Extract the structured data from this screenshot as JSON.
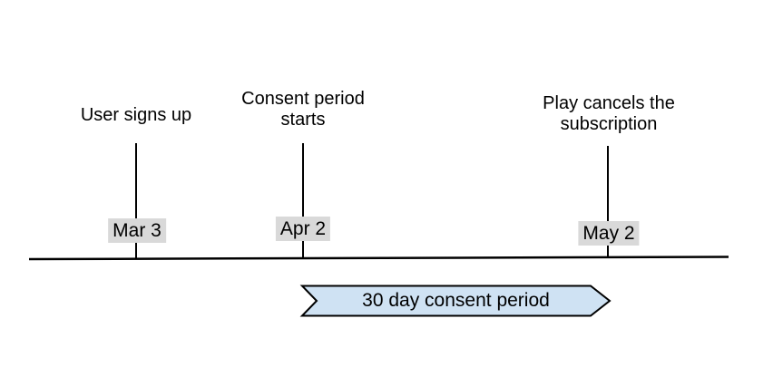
{
  "diagram": {
    "events": [
      {
        "label_lines": [
          "User signs up"
        ],
        "date": "Mar 3"
      },
      {
        "label_lines": [
          "Consent period",
          "starts"
        ],
        "date": "Apr 2"
      },
      {
        "label_lines": [
          "Play cancels the",
          "subscription"
        ],
        "date": "May 2"
      }
    ],
    "period_banner": {
      "label": "30 day consent period"
    },
    "colors": {
      "banner_fill": "#cfe2f3",
      "banner_stroke": "#000000",
      "date_label_bg": "#d9d9d9",
      "line_color": "#000000",
      "text_color": "#000000"
    }
  }
}
